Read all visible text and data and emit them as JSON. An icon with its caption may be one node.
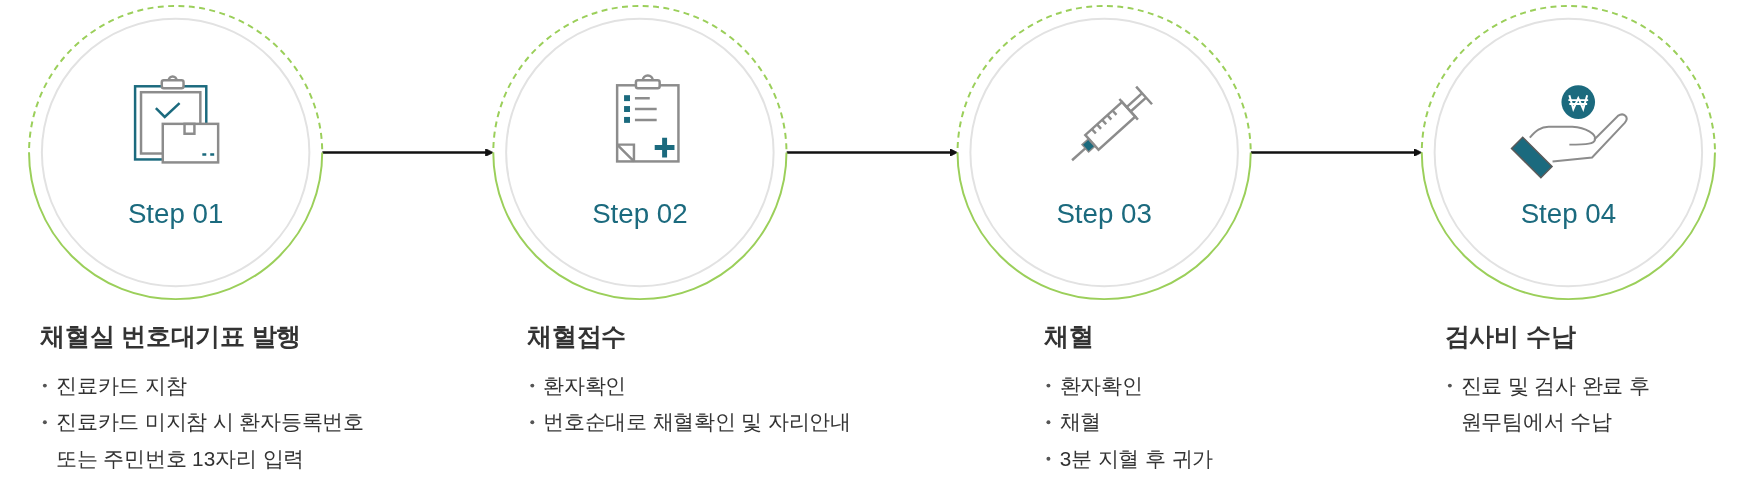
{
  "diagram": {
    "nodes": [
      {
        "text": [
          "Step 01"
        ],
        "beside": [
          "채혈실 번호대기표 발행",
          "진료카드 지참",
          "진료카드 미지참 시 환자등록번호 또는 주민번호 13자리 입력"
        ]
      },
      {
        "text": [
          "Step 02"
        ],
        "beside": [
          "채혈접수",
          "환자확인",
          "번호순대로 채혈확인 및 자리안내"
        ]
      },
      {
        "text": [
          "Step 03"
        ],
        "beside": [
          "채혈",
          "환자확인",
          "채혈",
          "3분 지혈 후 귀가"
        ]
      },
      {
        "text": [
          "Step 04"
        ],
        "beside": [
          "검사비 수납",
          "진료 및 검사 완료 후 원무팀에서 수납"
        ]
      }
    ],
    "edges": [
      {
        "from": 0,
        "to": 1,
        "arrow": "to"
      },
      {
        "from": 1,
        "to": 2,
        "arrow": "to"
      },
      {
        "from": 2,
        "to": 3,
        "arrow": "to"
      }
    ]
  }
}
